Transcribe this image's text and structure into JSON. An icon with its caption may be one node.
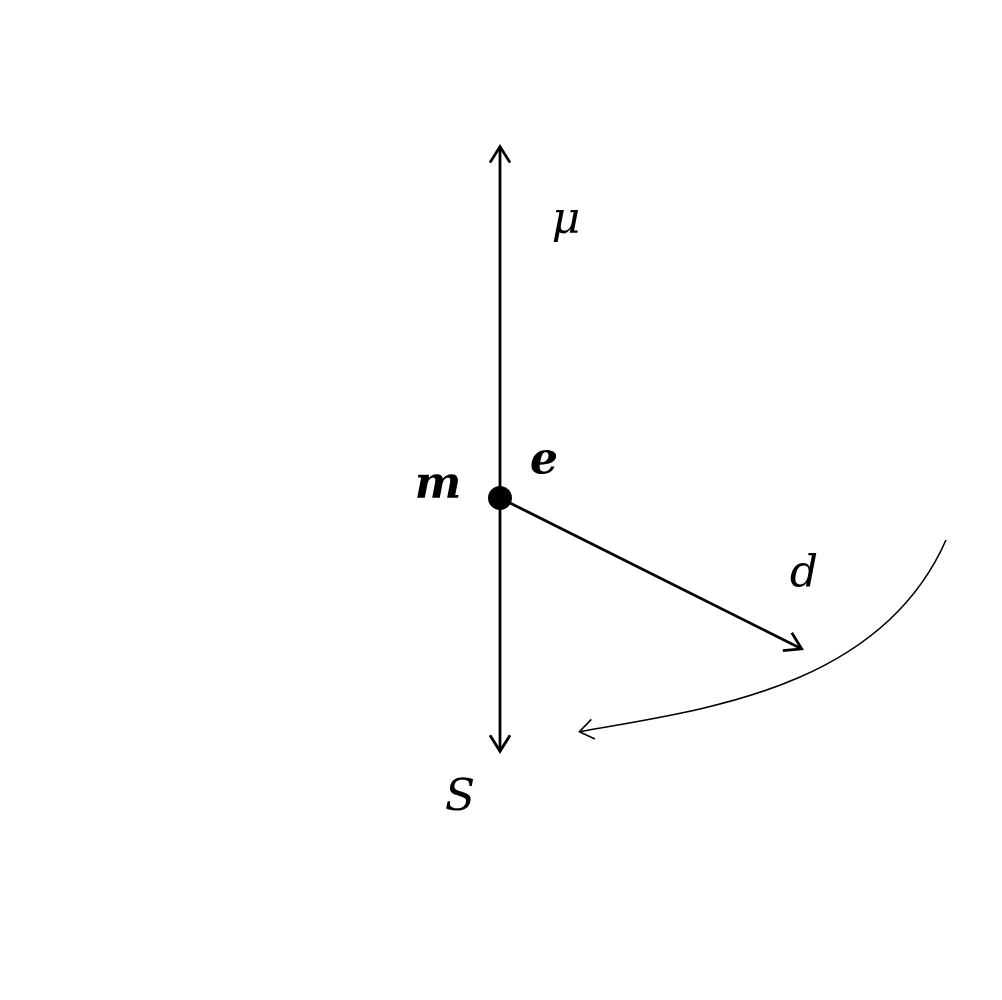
{
  "diagram": {
    "nodes": [
      {
        "text": [],
        "shape": "circle",
        "beside": [
          "m",
          "e"
        ]
      }
    ],
    "labels": [
      "μ",
      "d",
      "S"
    ]
  }
}
